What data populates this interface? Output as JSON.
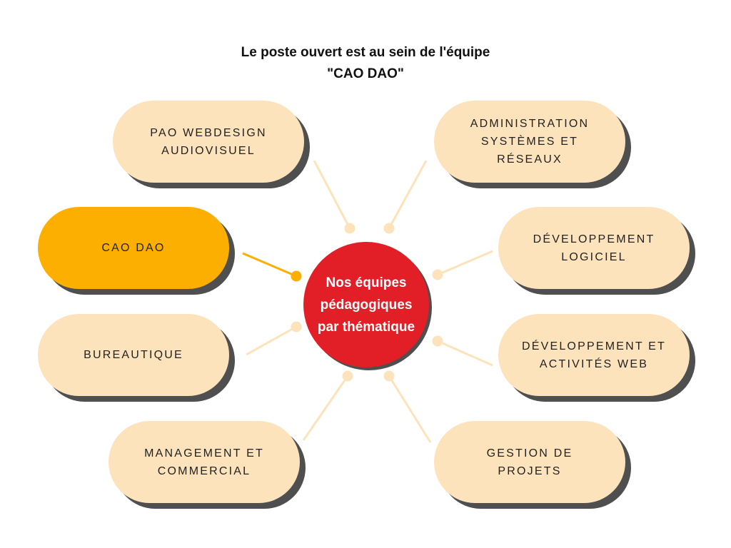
{
  "title": {
    "line1": "Le poste ouvert est au sein de l'équipe",
    "line2": "\"CAO DAO\""
  },
  "hub": {
    "label": "Nos équipes pédagogiques par thématique",
    "color": "#e21f26"
  },
  "colors": {
    "pill": "#fde3bb",
    "active": "#fdaf00",
    "shadow": "#4f4f4f"
  },
  "teams": [
    {
      "label": "PAO WEBDESIGN AUDIOVISUEL",
      "active": false
    },
    {
      "label": "ADMINISTRATION SYSTÈMES ET RÉSEAUX",
      "active": false
    },
    {
      "label": "CAO DAO",
      "active": true
    },
    {
      "label": "DÉVELOPPEMENT LOGICIEL",
      "active": false
    },
    {
      "label": "BUREAUTIQUE",
      "active": false
    },
    {
      "label": "DÉVELOPPEMENT ET ACTIVITÉS WEB",
      "active": false
    },
    {
      "label": "MANAGEMENT ET COMMERCIAL",
      "active": false
    },
    {
      "label": "GESTION DE PROJETS",
      "active": false
    }
  ]
}
